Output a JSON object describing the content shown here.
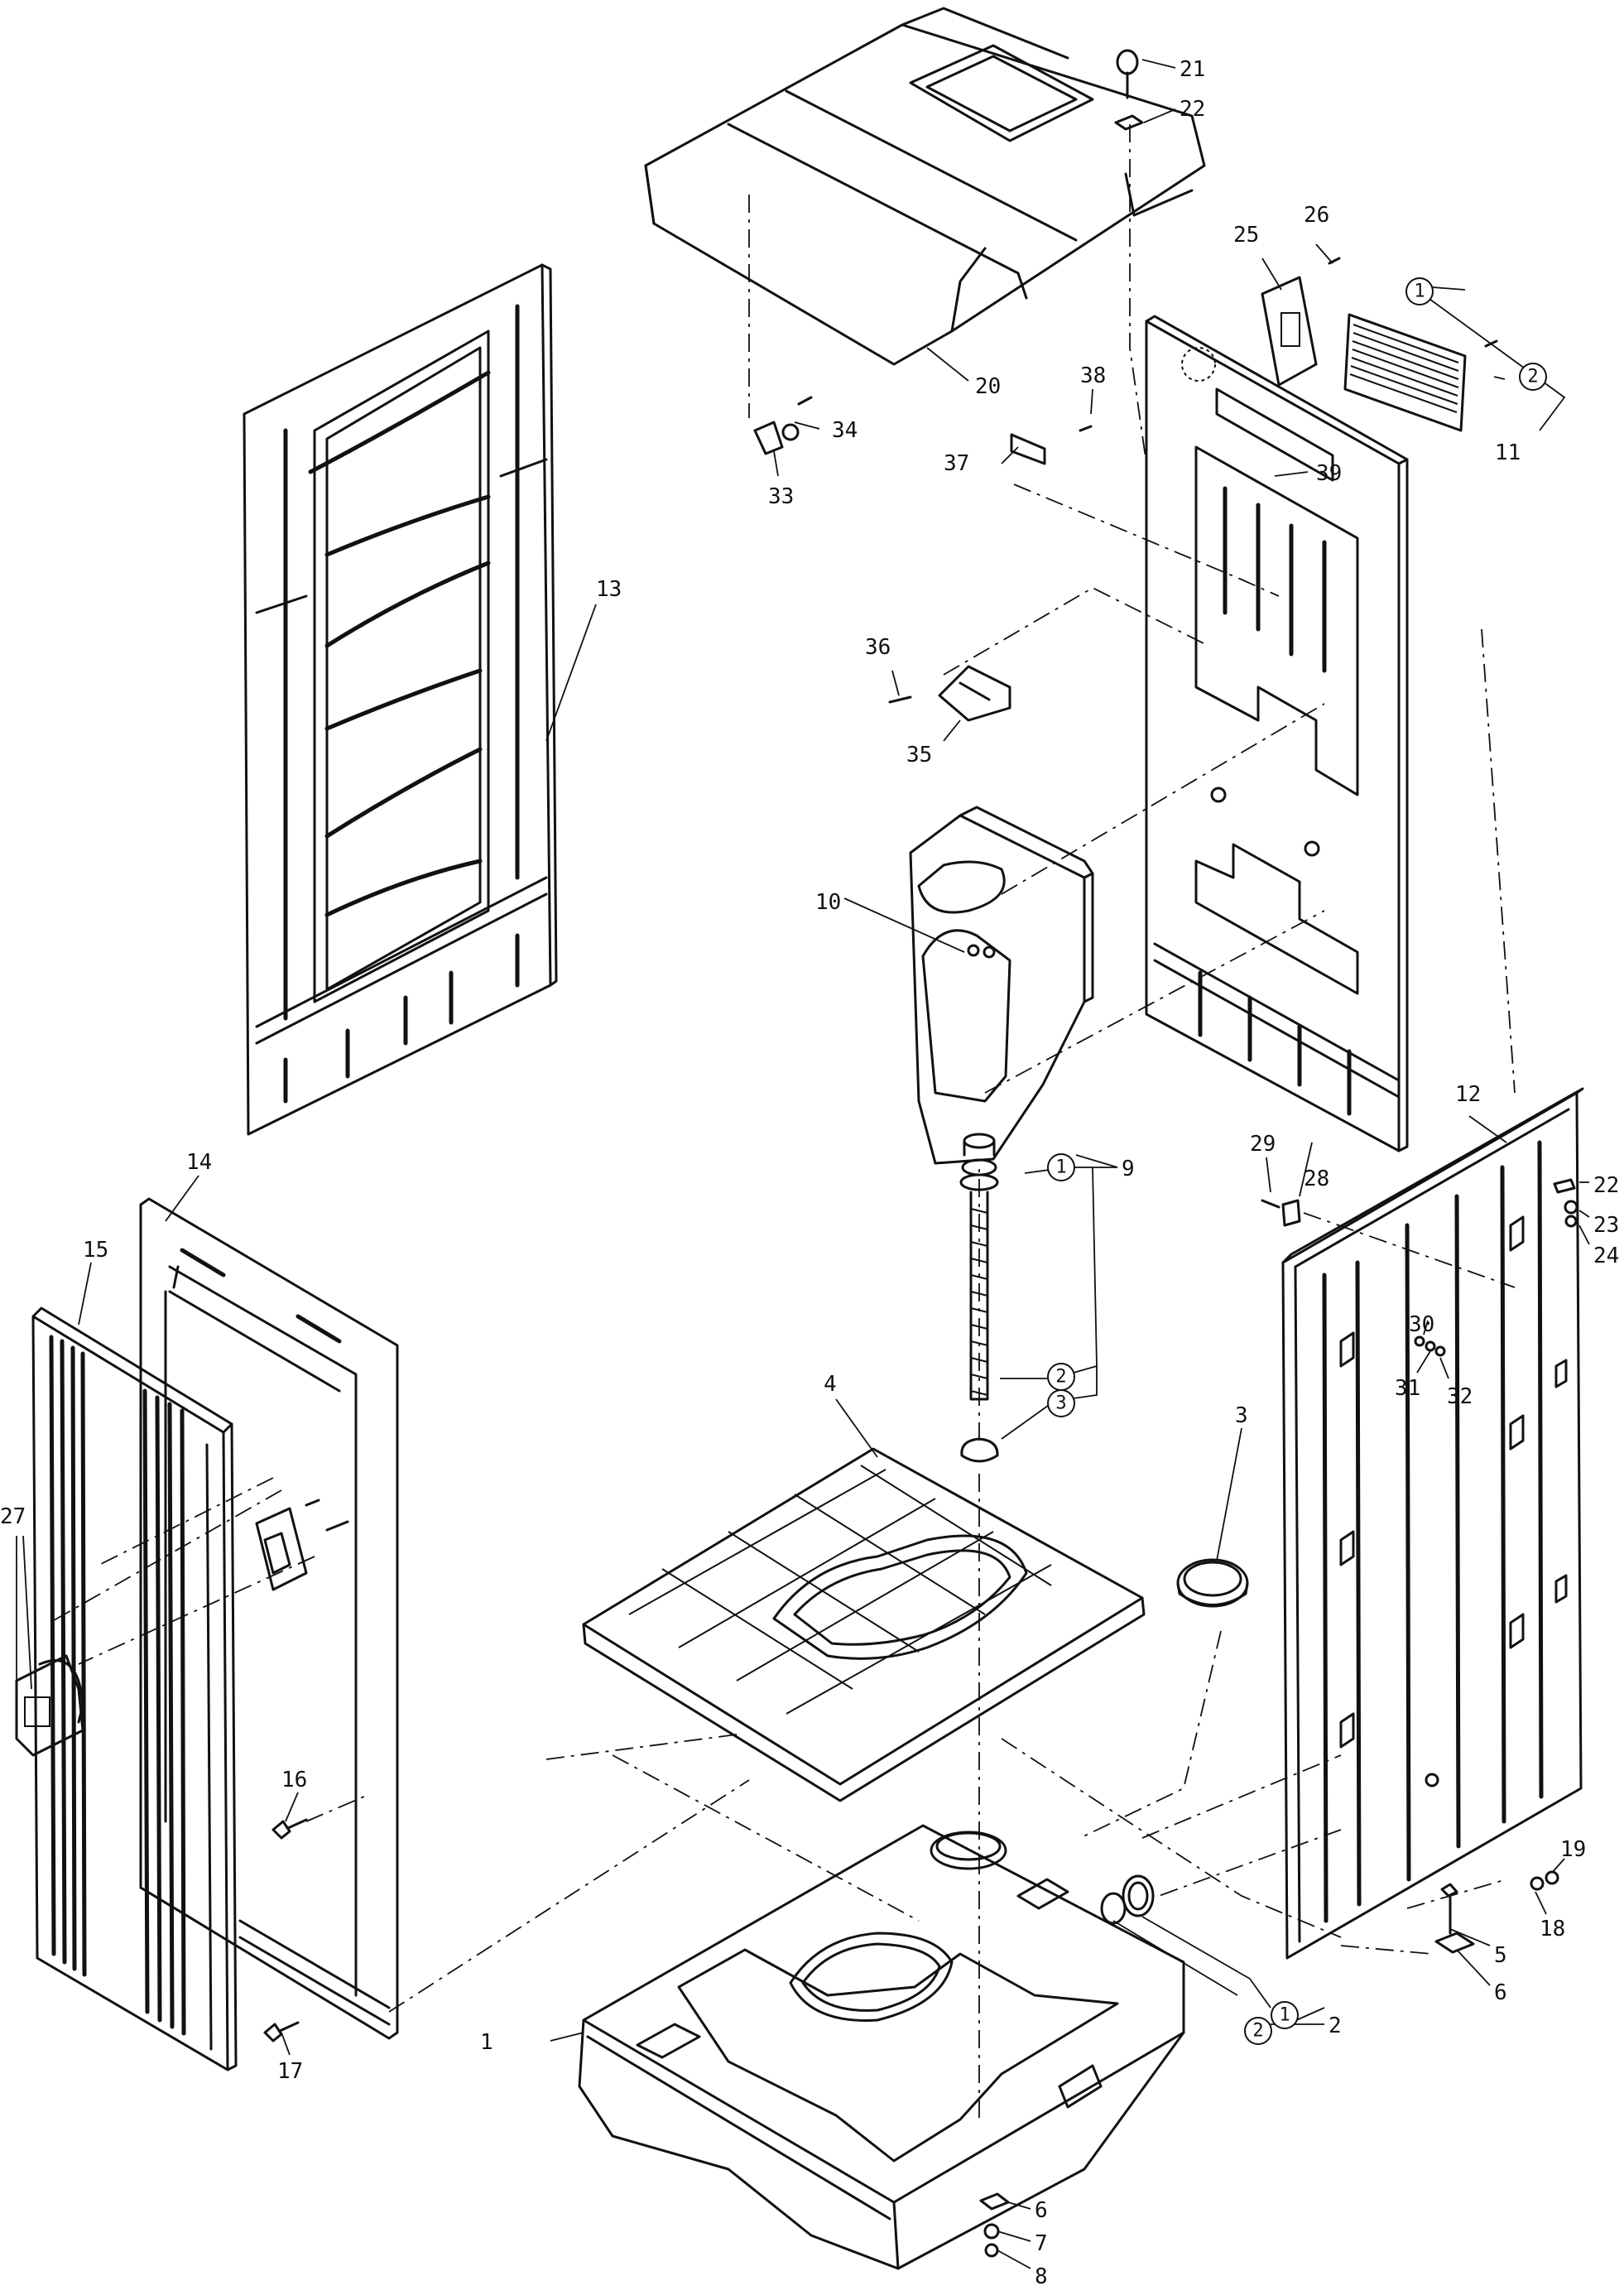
{
  "labels": [
    {
      "text": "21"
    },
    {
      "text": "22"
    },
    {
      "text": "20"
    },
    {
      "text": "26"
    },
    {
      "text": "25"
    },
    {
      "text": "11"
    },
    {
      "text": "38"
    },
    {
      "text": "37"
    },
    {
      "text": "39"
    },
    {
      "text": "34"
    },
    {
      "text": "33"
    },
    {
      "text": "13"
    },
    {
      "text": "36"
    },
    {
      "text": "35"
    },
    {
      "text": "10"
    },
    {
      "text": "9"
    },
    {
      "text": "12"
    },
    {
      "text": "29"
    },
    {
      "text": "28"
    },
    {
      "text": "22"
    },
    {
      "text": "23"
    },
    {
      "text": "24"
    },
    {
      "text": "30"
    },
    {
      "text": "31"
    },
    {
      "text": "32"
    },
    {
      "text": "14"
    },
    {
      "text": "15"
    },
    {
      "text": "27"
    },
    {
      "text": "4"
    },
    {
      "text": "3"
    },
    {
      "text": "16"
    },
    {
      "text": "17"
    },
    {
      "text": "19"
    },
    {
      "text": "18"
    },
    {
      "text": "5"
    },
    {
      "text": "6"
    },
    {
      "text": "2"
    },
    {
      "text": "1"
    },
    {
      "text": "6"
    },
    {
      "text": "7"
    },
    {
      "text": "8"
    }
  ],
  "circled": [
    {
      "text": "1"
    },
    {
      "text": "2"
    },
    {
      "text": "1"
    },
    {
      "text": "2"
    },
    {
      "text": "3"
    },
    {
      "text": "1"
    },
    {
      "text": "2"
    }
  ]
}
